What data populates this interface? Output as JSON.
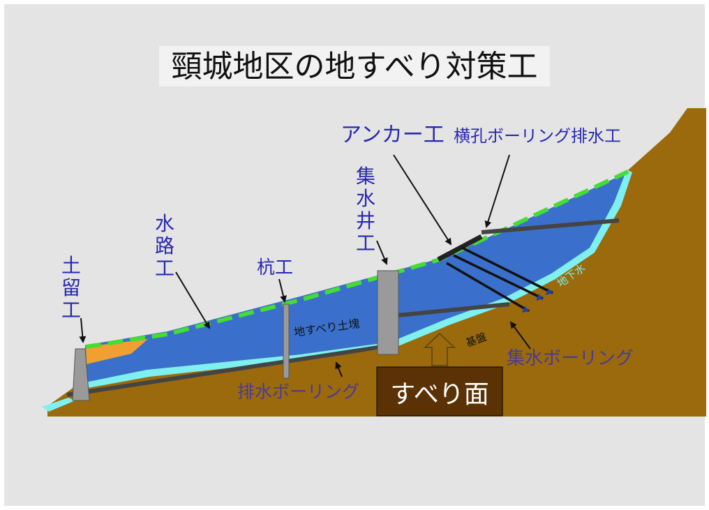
{
  "title": "頸城地区の地すべり対策工",
  "labels": {
    "anchor": "アンカー工",
    "horizontal_drain": "横孔ボーリング排水工",
    "well_1": "集",
    "well_2": "水",
    "well_3": "井",
    "well_4": "工",
    "channel_1": "水",
    "channel_2": "路",
    "channel_3": "工",
    "retain_1": "土",
    "retain_2": "留",
    "retain_3": "工",
    "pile": "杭工",
    "landslide_mass": "地すべり土塊",
    "groundwater": "地下水",
    "bedrock": "基盤",
    "collect_boring": "集水ボーリング",
    "drain_boring": "排水ボーリング",
    "slip_surface": "すべり面"
  },
  "colors": {
    "background": "#e4e4e4",
    "ground": "#9a6a0c",
    "landslide_mass": "#3a70cc",
    "groundwater": "#7ff0f0",
    "surface_dashed": "#44dd33",
    "retaining_fill": "#f0a030",
    "structure_gray": "#9a9a9a",
    "label_blue": "#2828b0",
    "label_purple": "#4a3a9a",
    "slip_box": "#5a3205"
  }
}
